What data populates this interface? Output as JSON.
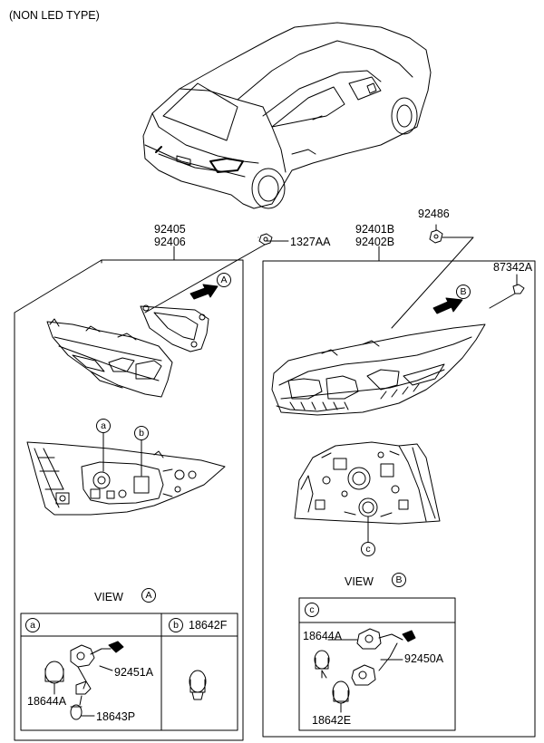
{
  "header": {
    "title": "(NON LED TYPE)"
  },
  "left_assembly": {
    "part_numbers": [
      "92405",
      "92406"
    ],
    "nut_part": "1327AA",
    "view_marker": "A",
    "callout_a": "a",
    "callout_b": "b",
    "view_caption": "VIEW",
    "view_caption_letter": "A"
  },
  "right_assembly": {
    "part_numbers": [
      "92401B",
      "92402B"
    ],
    "nut_part": "92486",
    "screw_part": "87342A",
    "view_marker": "B",
    "callout_c": "c",
    "view_caption": "VIEW",
    "view_caption_letter": "B"
  },
  "detail_a": {
    "letter": "a",
    "parts": [
      "92451A",
      "18644A",
      "18643P"
    ]
  },
  "detail_b": {
    "letter": "b",
    "part": "18642F"
  },
  "detail_c": {
    "letter": "c",
    "parts": [
      "18644A",
      "92450A",
      "18642E"
    ]
  }
}
